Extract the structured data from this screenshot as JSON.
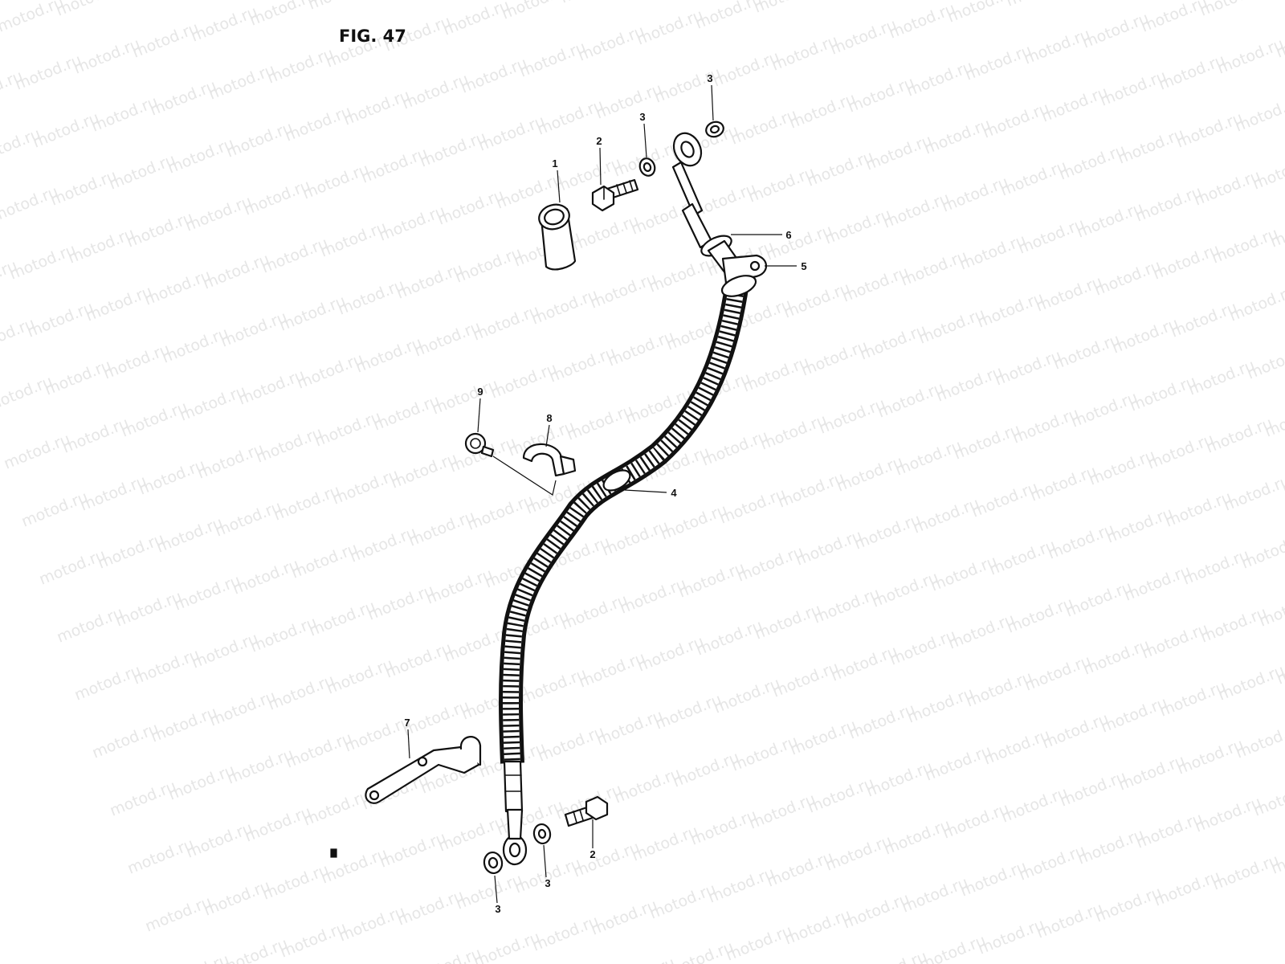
{
  "figure": {
    "title": "FIG. 47"
  },
  "watermark": {
    "text": "motod.ru",
    "color": "#e6e6e6"
  },
  "callouts": [
    {
      "id": "c1",
      "label": "1"
    },
    {
      "id": "c2a",
      "label": "2"
    },
    {
      "id": "c3a",
      "label": "3"
    },
    {
      "id": "c3b",
      "label": "3"
    },
    {
      "id": "c6",
      "label": "6"
    },
    {
      "id": "c5",
      "label": "5"
    },
    {
      "id": "c9",
      "label": "9"
    },
    {
      "id": "c8",
      "label": "8"
    },
    {
      "id": "c4",
      "label": "4"
    },
    {
      "id": "c7",
      "label": "7"
    },
    {
      "id": "c2b",
      "label": "2"
    },
    {
      "id": "c3c",
      "label": "3"
    },
    {
      "id": "c3d",
      "label": "3"
    }
  ],
  "line_color": "#111111"
}
